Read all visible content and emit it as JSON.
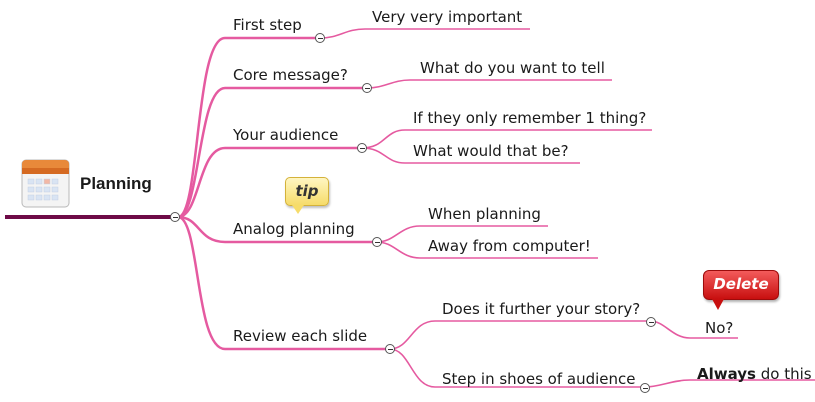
{
  "root": {
    "label": "Planning",
    "icon": "calendar-icon"
  },
  "branches": [
    {
      "label": "First step",
      "children": [
        {
          "label": "Very very important"
        }
      ]
    },
    {
      "label": "Core message?",
      "children": [
        {
          "label": "What do you want to tell"
        }
      ]
    },
    {
      "label": "Your audience",
      "children": [
        {
          "label": "If they only remember 1 thing?"
        },
        {
          "label": "What would that be?"
        }
      ]
    },
    {
      "label": "Analog planning",
      "callout": "tip",
      "children": [
        {
          "label": "When planning"
        },
        {
          "label": "Away from computer!"
        }
      ]
    },
    {
      "label": "Review each slide",
      "children": [
        {
          "label": "Does it further your story?",
          "children": [
            {
              "label": "No?",
              "callout": "Delete"
            }
          ]
        },
        {
          "label": "Step in shoes of audience",
          "children": [
            {
              "label_bold": "Always",
              "label_rest": " do this"
            }
          ]
        }
      ]
    }
  ],
  "colors": {
    "branch_line": "#e55aa0",
    "root_line": "#6e0a47",
    "collapse_border": "#555555"
  }
}
